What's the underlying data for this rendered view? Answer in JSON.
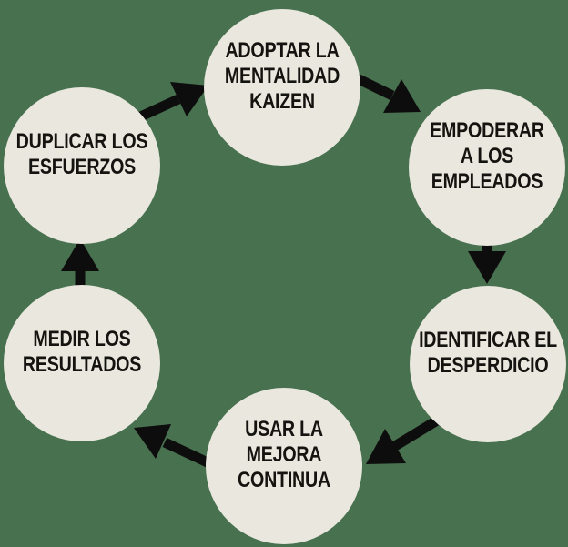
{
  "diagram": {
    "type": "cycle",
    "description": "Kaizen continuous-improvement cycle with six steps connected clockwise by arrows",
    "steps": [
      {
        "id": "adoptar",
        "label": "ADOPTAR LA\nMENTALIDAD\nKAIZEN"
      },
      {
        "id": "empoderar",
        "label": "EMPODERAR\nA LOS\nEMPLEADOS"
      },
      {
        "id": "identificar",
        "label": "IDENTIFICAR EL\nDESPERDICIO"
      },
      {
        "id": "usar",
        "label": "USAR LA\nMEJORA\nCONTINUA"
      },
      {
        "id": "medir",
        "label": "MEDIR LOS\nRESULTADOS"
      },
      {
        "id": "duplicar",
        "label": "DUPLICAR LOS\nESFUERZOS"
      }
    ],
    "flow": [
      "adoptar",
      "empoderar",
      "identificar",
      "usar",
      "medir",
      "duplicar",
      "adoptar"
    ],
    "colors": {
      "background": "#48714F",
      "circle": "#E9E7DE",
      "arrow": "#0D0D0D",
      "text": "#14130F"
    }
  }
}
